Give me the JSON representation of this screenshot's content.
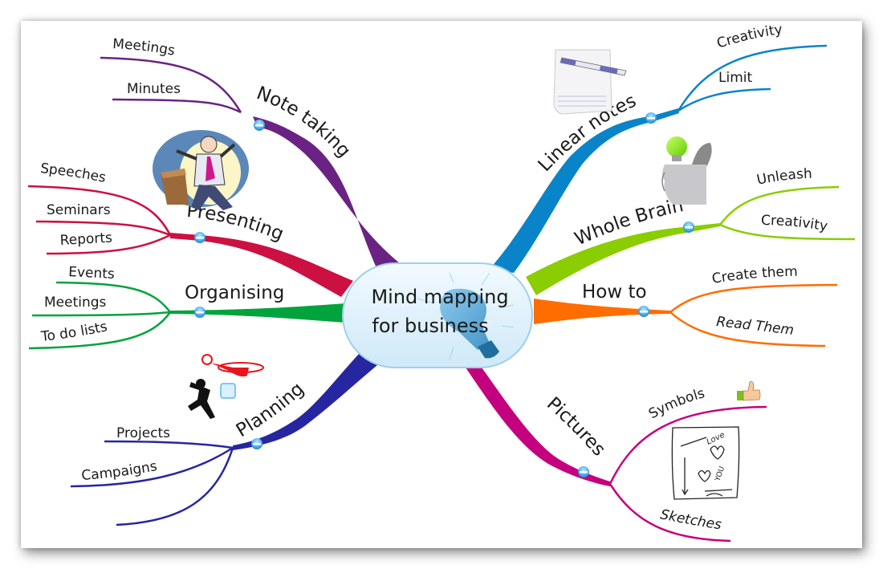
{
  "title": "Mind mapping for business",
  "center": {
    "line1": "Mind mapping",
    "line2": "for business",
    "icon": "lightbulb-icon",
    "fill": "#dcf0fb",
    "border": "#9fcfea"
  },
  "branches": [
    {
      "id": "note-taking",
      "label": "Note taking",
      "color": "#6a2383",
      "icon": "notepad-icon",
      "children": [
        "Meetings",
        "Minutes"
      ]
    },
    {
      "id": "presenting",
      "label": "Presenting",
      "color": "#cc1042",
      "icon": "presenter-icon",
      "children": [
        "Speeches",
        "Seminars",
        "Reports"
      ]
    },
    {
      "id": "organising",
      "label": "Organising",
      "color": "#00a33c",
      "icon": null,
      "children": [
        "Events",
        "Meetings",
        "To do lists"
      ]
    },
    {
      "id": "planning",
      "label": "Planning",
      "color": "#2626a0",
      "icon": "helicopter-person-icon",
      "children": [
        "Projects",
        "Campaigns",
        ""
      ]
    },
    {
      "id": "linear-notes",
      "label": "Linear notes",
      "color": "#0a84c8",
      "icon": "notepad-pen-icon",
      "children": [
        "Creativity",
        "Limit"
      ]
    },
    {
      "id": "whole-brain",
      "label": "Whole Brain",
      "color": "#8acd00",
      "icon": "head-lightbulb-icon",
      "children": [
        "Unleash",
        "Creativity"
      ]
    },
    {
      "id": "how-to",
      "label": "How to",
      "color": "#ff6d00",
      "icon": null,
      "children": [
        "Create them",
        "Read Them"
      ]
    },
    {
      "id": "pictures",
      "label": "Pictures",
      "color": "#c4007f",
      "icon": "sketch-icon",
      "children": [
        "Symbols",
        "Sketches"
      ],
      "child_icons": [
        "thumbs-up-icon",
        null
      ]
    }
  ],
  "collapse_button": {
    "icon": "minus-icon",
    "color": "#5ab8ee"
  }
}
